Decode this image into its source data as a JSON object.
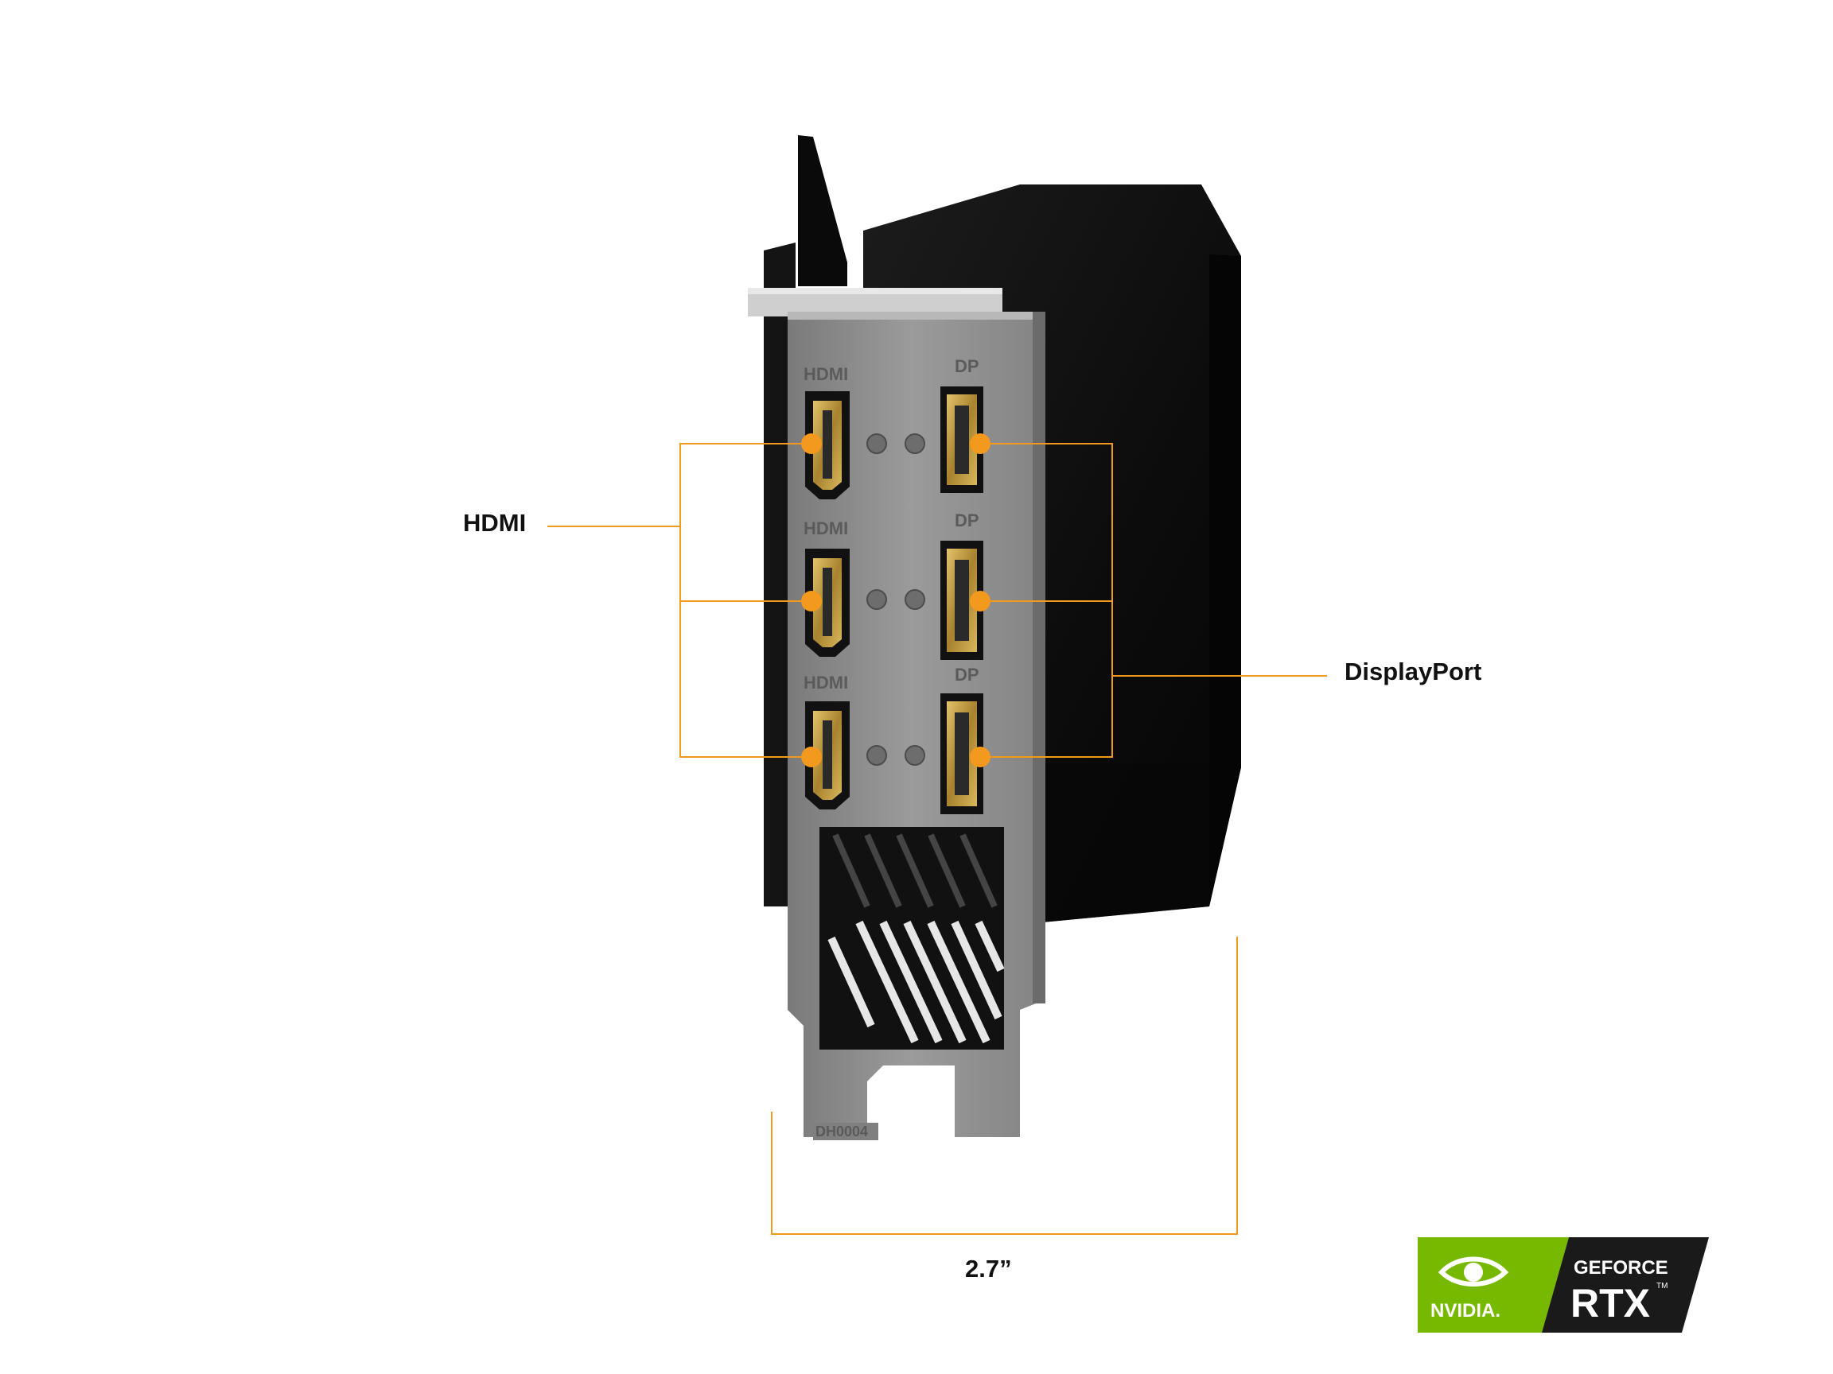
{
  "callouts": {
    "hdmi": "HDMI",
    "displayport": "DisplayPort",
    "width_dimension": "2.7”"
  },
  "bracket": {
    "port_labels": {
      "hdmi": "HDMI",
      "dp": "DP"
    },
    "part_number": "DH0004"
  },
  "badge": {
    "brand": "NVIDIA.",
    "line1": "GEFORCE",
    "line2": "RTX",
    "trademark": "TM"
  },
  "colors": {
    "accent_orange": "#F39A1E",
    "nvidia_green": "#76B900",
    "bracket_metal": "#8E8E8E",
    "shroud_black": "#0C0C0C",
    "connector_gold": "#C9A44A"
  },
  "icons": {
    "nvidia_logo": "nvidia-eye-icon"
  }
}
